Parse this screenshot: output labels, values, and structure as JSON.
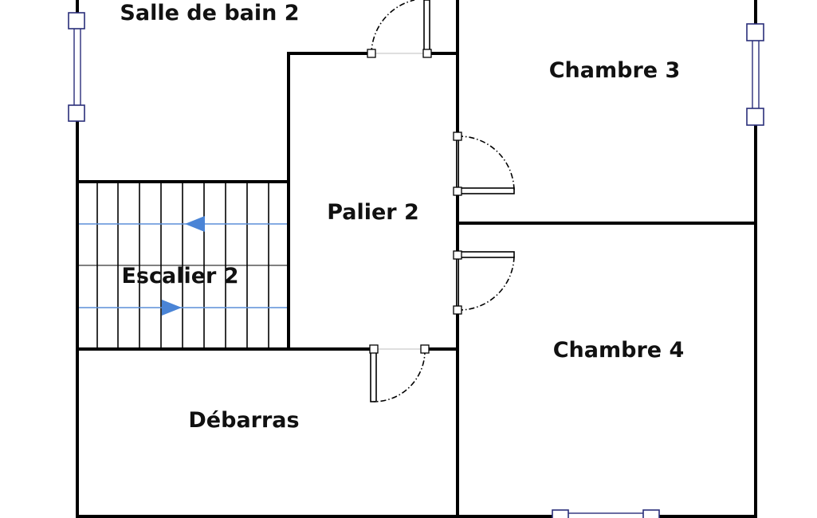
{
  "rooms": {
    "salle_de_bain": "Salle de bain 2",
    "chambre_3": "Chambre 3",
    "palier": "Palier 2",
    "escalier": "Escalier 2",
    "chambre_4": "Chambre 4",
    "debarras": "Débarras"
  },
  "colors": {
    "walls": "#000000",
    "stair_arrows": "#4a84d6",
    "windows": "#2a2e7a"
  },
  "icons": [
    "window-symbol",
    "door-swing",
    "stair-direction-arrow"
  ]
}
